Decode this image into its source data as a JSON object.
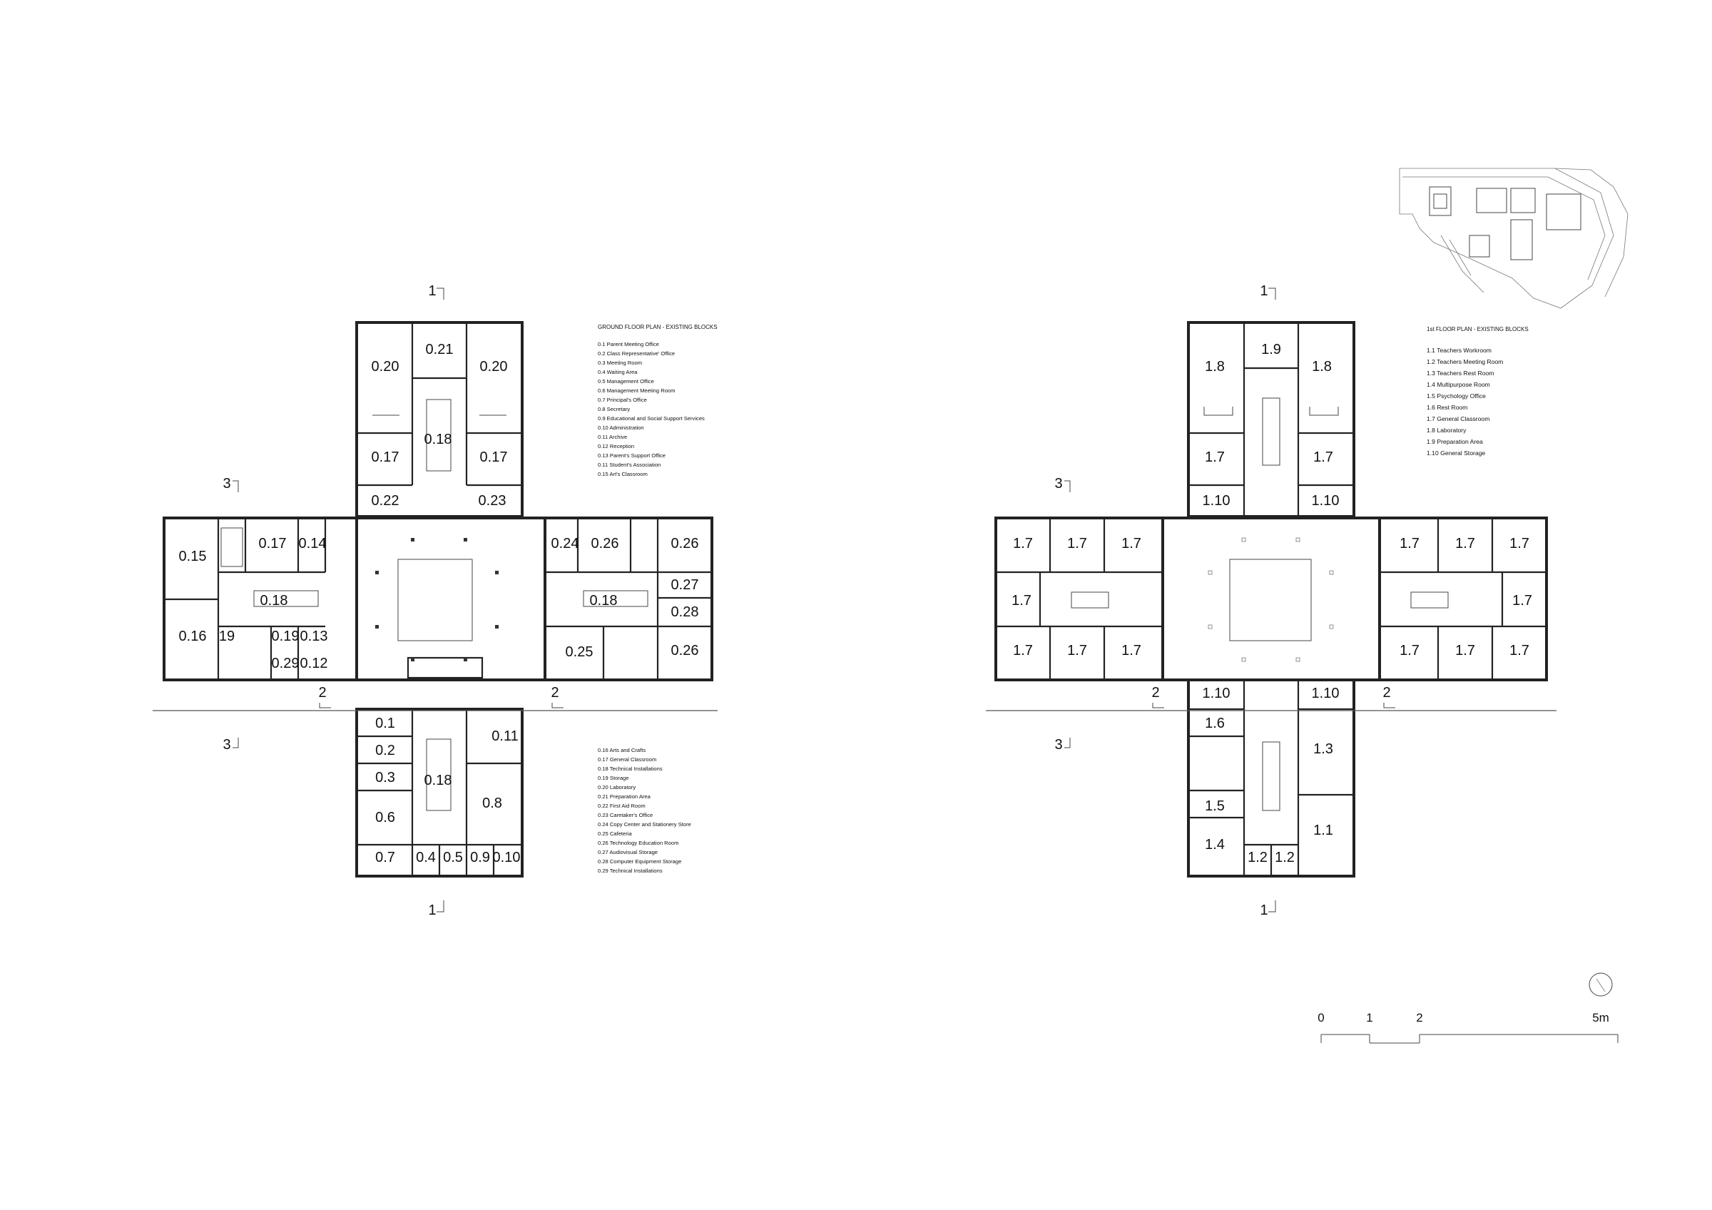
{
  "ground_floor": {
    "legend_title": "GROUND FLOOR PLAN - EXISTING BLOCKS",
    "legend_items": [
      "0.1   Parent Meeting Office",
      "0.2   Class Representative' Office",
      "0.3   Meeting Room",
      "0.4   Waiting Area",
      "0.5   Management Office",
      "0.6   Management Meeting Room",
      "0.7   Principal's Office",
      "0.8   Secretary",
      "0.9   Educational and Social Support Services",
      "0.10  Administration",
      "0.11  Archive",
      "0.12  Reception",
      "0.13  Parent's Support Office",
      "0.11  Student's Association",
      "0.15  Art's Classroom"
    ],
    "legend_items_2": [
      "0.16  Arts and Crafts",
      "0.17  General Classroom",
      "0.18  Technical Installations",
      "0.19  Storage",
      "0.20  Laboratory",
      "0.21  Preparation Area",
      "0.22  First Aid Room",
      "0.23  Caretaker's Office",
      "0.24  Copy Center and Stationery Store",
      "0.25  Cafeteria",
      "0.26  Technology Education Room",
      "0.27  Audiovisual Storage",
      "0.28  Computer Equipment Storage",
      "0.29  Technical Installations"
    ],
    "rooms": {
      "r020a": "0.20",
      "r021": "0.21",
      "r020b": "0.20",
      "r018n": "0.18",
      "r017a": "0.17",
      "r017b": "0.17",
      "r022": "0.22",
      "r023": "0.23",
      "r015": "0.15",
      "r017c": "0.17",
      "r014": "0.14",
      "r018w": "0.18",
      "r016": "0.16",
      "r019a": "19",
      "r019b": "0.19",
      "r013": "0.13",
      "r029": "0.29",
      "r012": "0.12",
      "r024": "0.24",
      "r026a": "0.26",
      "r026b": "0.26",
      "r027": "0.27",
      "r018e": "0.18",
      "r028": "0.28",
      "r025": "0.25",
      "r026c": "0.26",
      "r01": "0.1",
      "r011": "0.11",
      "r02": "0.2",
      "r03": "0.3",
      "r018s": "0.18",
      "r06": "0.6",
      "r08": "0.8",
      "r07": "0.7",
      "r04": "0.4",
      "r05": "0.5",
      "r09": "0.9",
      "r010": "0.10"
    },
    "sections": {
      "s1top": "1",
      "s1bot": "1",
      "s2l": "2",
      "s2r": "2",
      "s3top": "3",
      "s3bot": "3"
    }
  },
  "first_floor": {
    "legend_title": "1st FLOOR PLAN - EXISTING BLOCKS",
    "legend_items": [
      "1.1    Teachers Workroom",
      "1.2    Teachers Meeting Room",
      "1.3    Teachers Rest Room",
      "1.4    Multipurpose Room",
      "1.5    Psychology Office",
      "1.6    Rest Room",
      "1.7    General Classroom",
      "1.8    Laboratory",
      "1.9  Preparation Area",
      "1.10  General Storage"
    ],
    "rooms": {
      "r18a": "1.8",
      "r19": "1.9",
      "r18b": "1.8",
      "r17n1": "1.7",
      "r17n2": "1.7",
      "r110n1": "1.10",
      "r110n2": "1.10",
      "r17w1": "1.7",
      "r17w2": "1.7",
      "r17w3": "1.7",
      "r17w4": "1.7",
      "r17w5": "1.7",
      "r17w6": "1.7",
      "r17w7": "1.7",
      "r17e1": "1.7",
      "r17e2": "1.7",
      "r17e3": "1.7",
      "r17e4": "1.7",
      "r17e5": "1.7",
      "r17e6": "1.7",
      "r17e7": "1.7",
      "r110s1": "1.10",
      "r110s2": "1.10",
      "r16": "1.6",
      "r13": "1.3",
      "r15": "1.5",
      "r11": "1.1",
      "r14": "1.4",
      "r12a": "1.2",
      "r12b": "1.2"
    },
    "sections": {
      "s1top": "1",
      "s1bot": "1",
      "s2l": "2",
      "s2r": "2",
      "s3top": "3",
      "s3bot": "3"
    }
  },
  "scale_bar": {
    "t0": "0",
    "t1": "1",
    "t2": "2",
    "t5": "5m"
  }
}
